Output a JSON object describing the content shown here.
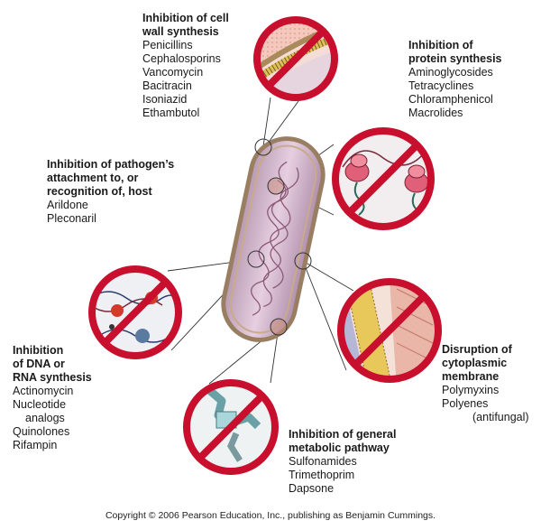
{
  "groups": {
    "cell_wall": {
      "heading": [
        "Inhibition of cell",
        "wall synthesis"
      ],
      "items": [
        "Penicillins",
        "Cephalosporins",
        "Vancomycin",
        "Bacitracin",
        "Isoniazid",
        "Ethambutol"
      ]
    },
    "protein": {
      "heading": [
        "Inhibition of",
        "protein synthesis"
      ],
      "items": [
        "Aminoglycosides",
        "Tetracyclines",
        "Chloramphenicol",
        "Macrolides"
      ]
    },
    "attachment": {
      "heading": [
        "Inhibition of pathogen’s",
        "attachment to, or",
        "recognition of, host"
      ],
      "items": [
        "Arildone",
        "Pleconaril"
      ]
    },
    "dna_rna": {
      "heading": [
        "Inhibition",
        "of DNA or",
        "RNA synthesis"
      ],
      "items": [
        "Actinomycin",
        "Nucleotide",
        "analogs",
        "Quinolones",
        "Rifampin"
      ]
    },
    "membrane": {
      "heading": [
        "Disruption of",
        "cytoplasmic",
        "membrane"
      ],
      "items": [
        "Polymyxins",
        "Polyenes",
        "(antifungal)"
      ]
    },
    "metabolic": {
      "heading": [
        "Inhibition of general",
        "metabolic pathway"
      ],
      "items": [
        "Sulfonamides",
        "Trimethoprim",
        "Dapsone"
      ]
    }
  },
  "copyright": "Copyright © 2006 Pearson Education, Inc., publishing as Benjamin Cummings.",
  "colors": {
    "prohibition_red": "#c8102e",
    "cell_body": "#d7b6cf",
    "cell_outline": "#9a7e62",
    "dna": "#8c5a78"
  }
}
